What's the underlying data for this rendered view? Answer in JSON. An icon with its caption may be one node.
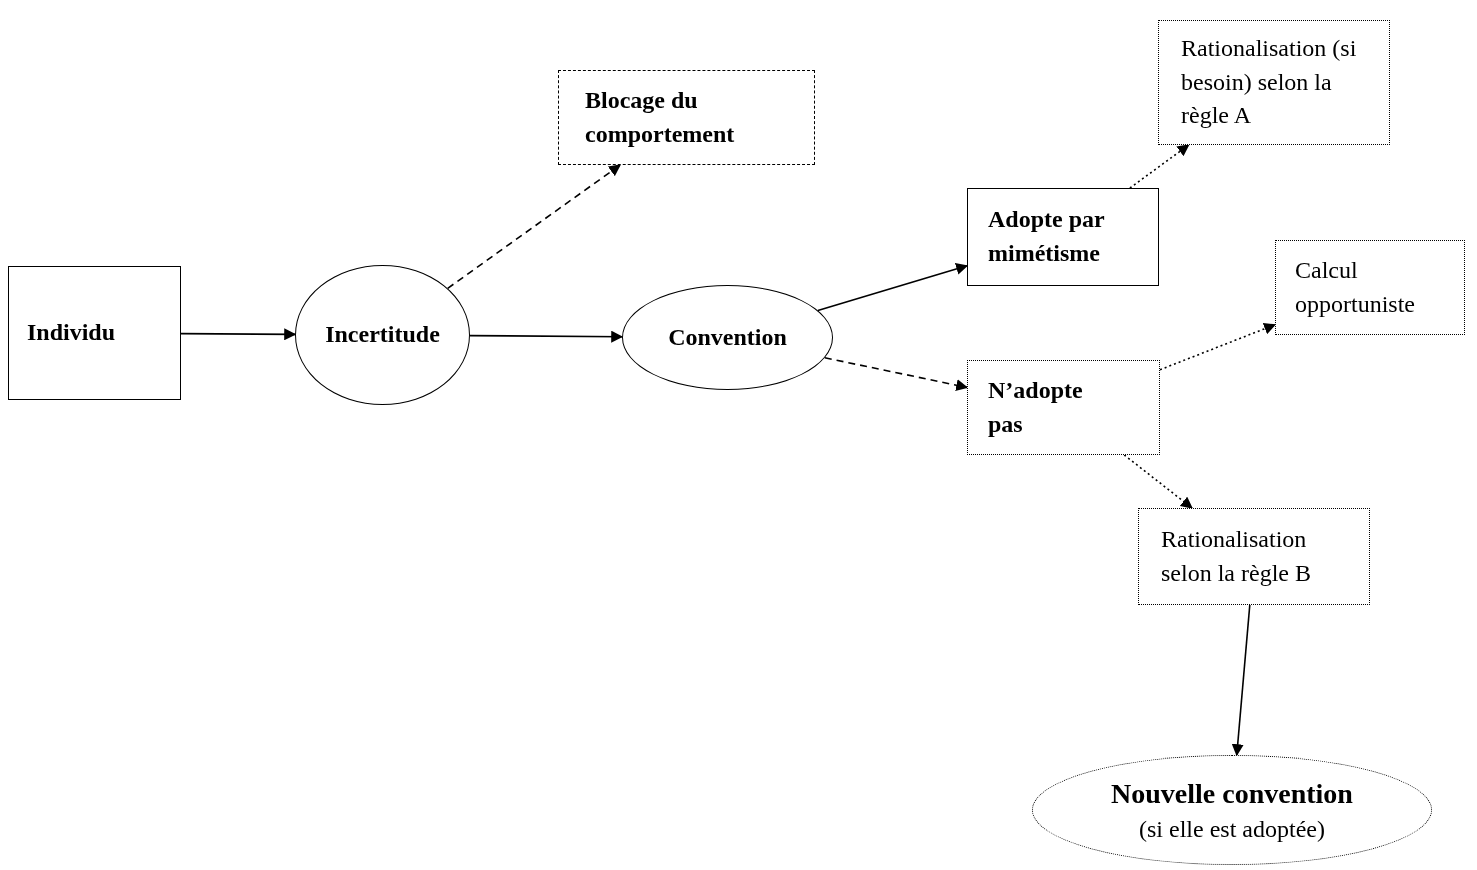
{
  "diagram": {
    "nodes": [
      {
        "text": [
          "Individu"
        ]
      },
      {
        "text": [
          "Incertitude"
        ]
      },
      {
        "text": [
          "Blocage du comportement"
        ]
      },
      {
        "text": [
          "Convention"
        ]
      },
      {
        "text": [
          "Adopte par mimétisme"
        ]
      },
      {
        "text": [
          "N’adopte pas"
        ]
      },
      {
        "text": [
          "Rationalisation (si besoin) selon la règle A"
        ]
      },
      {
        "text": [
          "Calcul opportuniste"
        ]
      },
      {
        "text": [
          "Rationalisation selon la règle B"
        ]
      },
      {
        "text": [
          "Nouvelle convention",
          "(si elle est adoptée)"
        ]
      }
    ],
    "edges": [
      {
        "from": 0,
        "to": 1,
        "arrow": "to"
      },
      {
        "from": 1,
        "to": 2,
        "arrow": "to",
        "style": "dashed"
      },
      {
        "from": 1,
        "to": 3,
        "arrow": "to"
      },
      {
        "from": 3,
        "to": 4,
        "arrow": "to"
      },
      {
        "from": 3,
        "to": 5,
        "arrow": "to",
        "style": "dashed"
      },
      {
        "from": 4,
        "to": 6,
        "arrow": "to",
        "style": "dashed"
      },
      {
        "from": 5,
        "to": 7,
        "arrow": "to",
        "style": "dashed"
      },
      {
        "from": 5,
        "to": 8,
        "arrow": "to",
        "style": "dashed"
      },
      {
        "from": 8,
        "to": 9,
        "arrow": "to"
      }
    ]
  }
}
